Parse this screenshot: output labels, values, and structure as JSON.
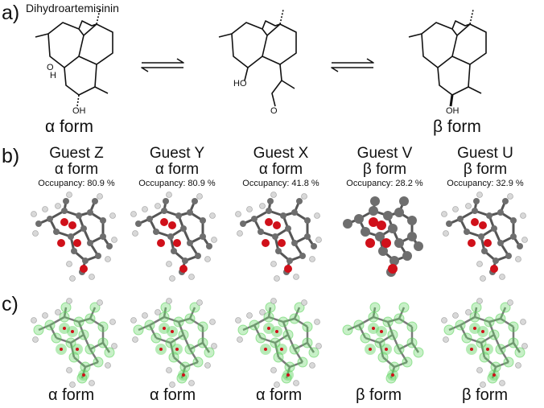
{
  "panels": {
    "a": {
      "letter": "a)",
      "title": "Dihydroartemisinin"
    },
    "b": {
      "letter": "b)"
    },
    "c": {
      "letter": "c)"
    }
  },
  "structures": {
    "left_form": "α form",
    "right_form": "β form",
    "oh": "OH",
    "ho": "HO",
    "h": "H",
    "o": "O"
  },
  "guests": [
    {
      "name": "Guest Z",
      "form": "α form",
      "occupancy": "Occupancy: 80.9 %"
    },
    {
      "name": "Guest Y",
      "form": "α form",
      "occupancy": "Occupancy: 80.9 %"
    },
    {
      "name": "Guest X",
      "form": "α form",
      "occupancy": "Occupancy: 41.8 %"
    },
    {
      "name": "Guest V",
      "form": "β form",
      "occupancy": "Occupancy: 28.2 %"
    },
    {
      "name": "Guest U",
      "form": "β form",
      "occupancy": "Occupancy: 32.9 %"
    }
  ],
  "bottom_labels": [
    "α form",
    "α form",
    "α form",
    "β form",
    "β form"
  ],
  "colors": {
    "carbon": "#6e6e6e",
    "oxygen": "#d0101a",
    "hydrogen": "#d8d8d8",
    "density": "#5fd35f",
    "bond": "#555555"
  }
}
